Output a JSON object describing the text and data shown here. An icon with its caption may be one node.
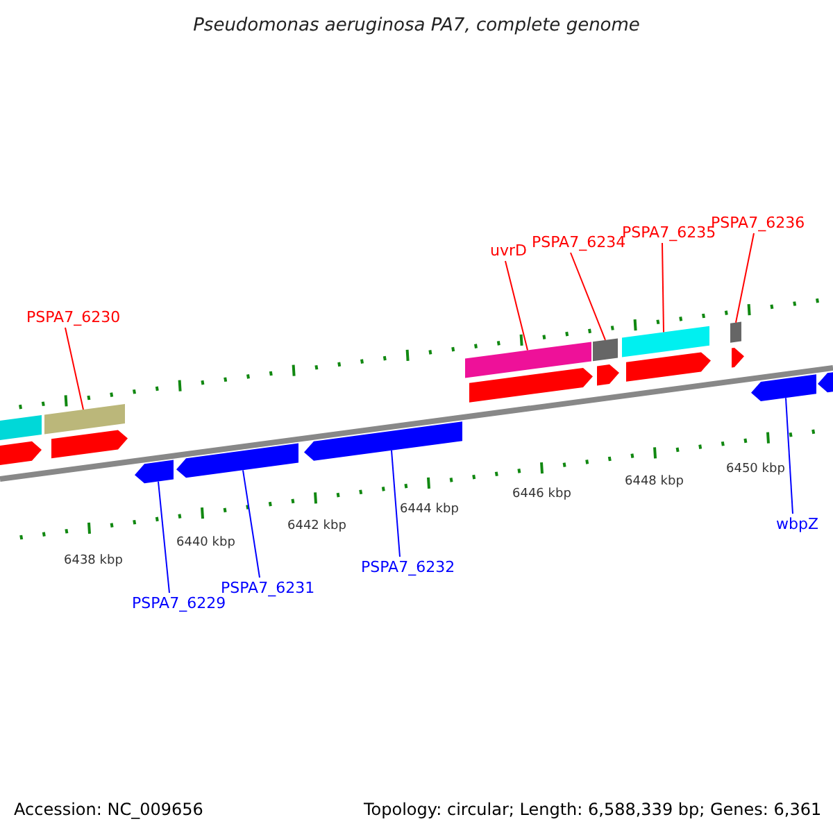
{
  "diagram": {
    "title": "Pseudomonas aeruginosa PA7, complete genome",
    "nodes": [
      {
        "text": [
          "PSPA7_6236"
        ]
      },
      {
        "text": [
          "PSPA7_6235"
        ]
      },
      {
        "text": [
          "PSPA7_6234"
        ]
      },
      {
        "text": [
          "uvrD"
        ]
      },
      {
        "text": [
          "PSPA7_6230"
        ]
      },
      {
        "text": [
          "wbpZ"
        ]
      },
      {
        "text": [
          "PSPA7_6232"
        ]
      },
      {
        "text": [
          "PSPA7_6231"
        ]
      },
      {
        "text": [
          "PSPA7_6229"
        ]
      },
      {
        "text": [],
        "shape": "bar"
      },
      {
        "text": [],
        "shape": "bar"
      },
      {
        "text": [],
        "shape": "bar"
      },
      {
        "text": [],
        "shape": "bar"
      },
      {
        "text": [],
        "shape": "bar"
      },
      {
        "text": [],
        "shape": "bar"
      },
      {
        "text": [],
        "shape": "bar"
      },
      {
        "text": [],
        "shape": "bar"
      },
      {
        "text": [],
        "shape": "bar"
      },
      {
        "text": [],
        "shape": "bar"
      },
      {
        "text": [],
        "shape": "bar"
      },
      {
        "text": [],
        "shape": "bar"
      },
      {
        "text": [],
        "shape": "bar"
      },
      {
        "text": [],
        "shape": "bar"
      },
      {
        "text": [],
        "shape": "bar"
      },
      {
        "text": [],
        "shape": "bar"
      },
      {
        "text": [],
        "shape": "bar"
      }
    ],
    "edges": [
      {
        "from": 0,
        "to": 16,
        "arrow": "none",
        "color": "#ff0000"
      },
      {
        "from": 1,
        "to": 15,
        "arrow": "none",
        "color": "#ff0000"
      },
      {
        "from": 2,
        "to": 14,
        "arrow": "none",
        "color": "#ff0000"
      },
      {
        "from": 3,
        "to": 13,
        "arrow": "none",
        "color": "#ff0000"
      },
      {
        "from": 4,
        "to": 9,
        "arrow": "none",
        "color": "#ff0000"
      },
      {
        "from": 5,
        "to": 17,
        "arrow": "none",
        "color": "#0000ff"
      },
      {
        "from": 6,
        "to": 12,
        "arrow": "none",
        "color": "#0000ff"
      },
      {
        "from": 7,
        "to": 11,
        "arrow": "none",
        "color": "#0000ff"
      },
      {
        "from": 8,
        "to": 10,
        "arrow": "none",
        "color": "#0000ff"
      }
    ],
    "labels": [
      "6438 kbp",
      "6440 kbp",
      "6442 kbp",
      "6444 kbp",
      "6446 kbp",
      "6448 kbp",
      "6450 kbp",
      "Accession: NC_009656",
      "Topology: circular; Length: 6,588,339 bp; Genes: 6,361"
    ]
  }
}
